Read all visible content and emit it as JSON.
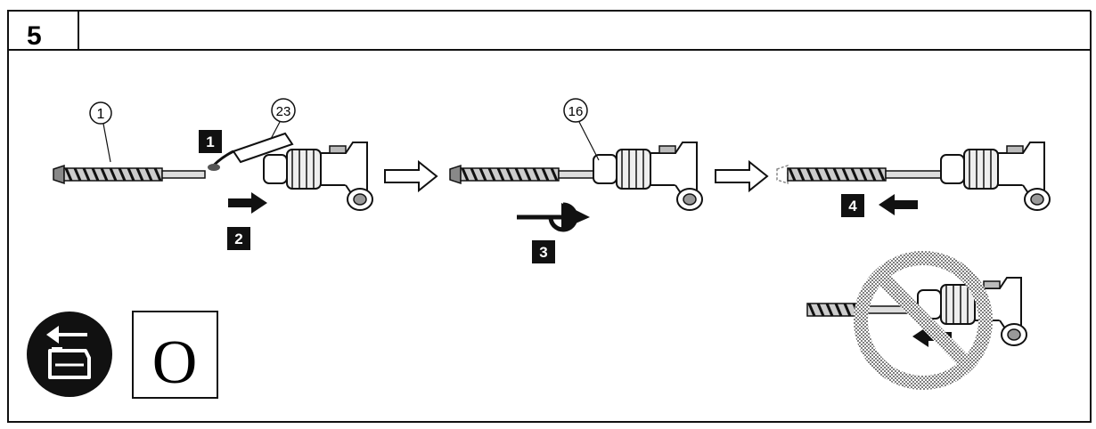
{
  "figure": {
    "number": "5"
  },
  "callouts": {
    "bit": "1",
    "grease": "23",
    "chuck": "16"
  },
  "steps": {
    "s1": "1",
    "s2": "2",
    "s3": "3",
    "s4": "4"
  },
  "symbols": {
    "mode_letter": "O",
    "battery_icon": "battery-remove-icon",
    "prohibited_icon": "prohibited-icon"
  },
  "colors": {
    "ink": "#111111",
    "badge": "#111111",
    "gray": "#8a8a8a",
    "light": "#d8d8d8"
  }
}
